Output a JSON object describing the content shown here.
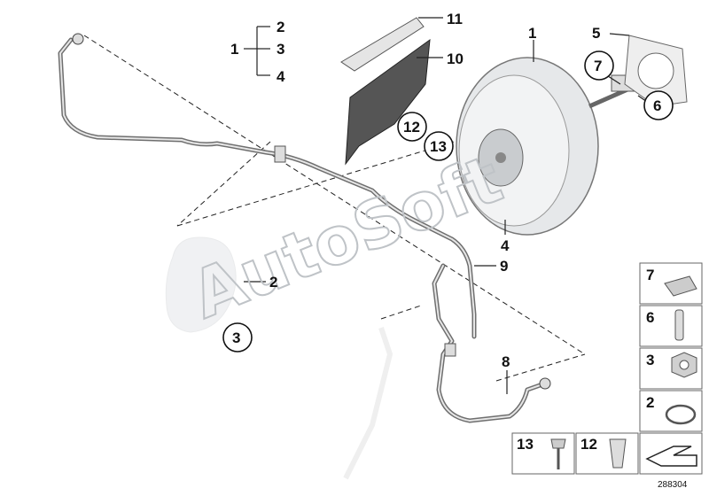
{
  "diagram": {
    "callouts": {
      "c1": "1",
      "c2": "2",
      "c3": "3",
      "c4": "4",
      "c5": "5",
      "c6": "6",
      "c7": "7",
      "c8": "8",
      "c9": "9",
      "c10": "10",
      "c11": "11",
      "c12": "12",
      "c13": "13",
      "c1_group": "1",
      "c2_group": "2",
      "c3_group": "3",
      "c4_group": "4",
      "c2_left": "2",
      "c3_left": "3"
    },
    "legend": {
      "items": [
        "7",
        "6",
        "3",
        "2"
      ],
      "bottom": [
        "13",
        "12"
      ]
    },
    "watermark": "AutoSoft",
    "diagram_number": "288304",
    "colors": {
      "line": "#222222",
      "pipe": "#6f6f6f",
      "watermark": "#bfc3c7"
    }
  }
}
